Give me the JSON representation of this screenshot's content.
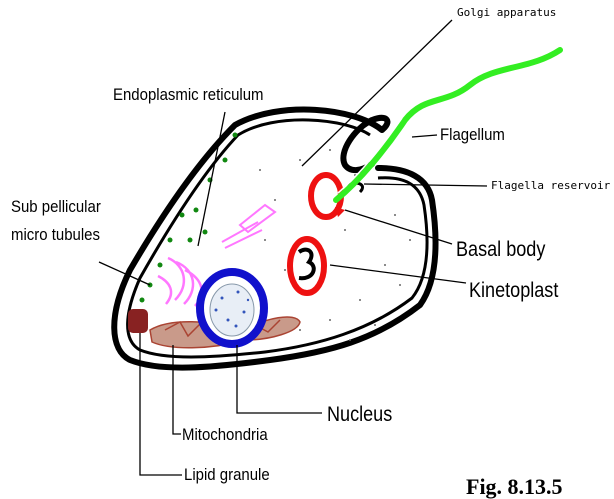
{
  "labels": {
    "golgi": "Golgi apparatus",
    "er": "Endoplasmic reticulum",
    "flagellum": "Flagellum",
    "reservoir": "Flagella reservoir",
    "subpell1": "Sub pellicular",
    "subpell2": "micro tubules",
    "basal": "Basal body",
    "kineto": "Kinetoplast",
    "nucleus": "Nucleus",
    "mito": "Mitochondria",
    "lipid": "Lipid granule",
    "fig": "Fig. 8.13.5"
  },
  "colors": {
    "outline": "#000000",
    "flagellum": "#33ee22",
    "kinetoplast": "#ee1111",
    "nucleus": "#1111cc",
    "golgi_er": "#ff77ff",
    "mitochondria": "#aa4433",
    "lipid": "#882222",
    "microtubules": "#118811"
  }
}
